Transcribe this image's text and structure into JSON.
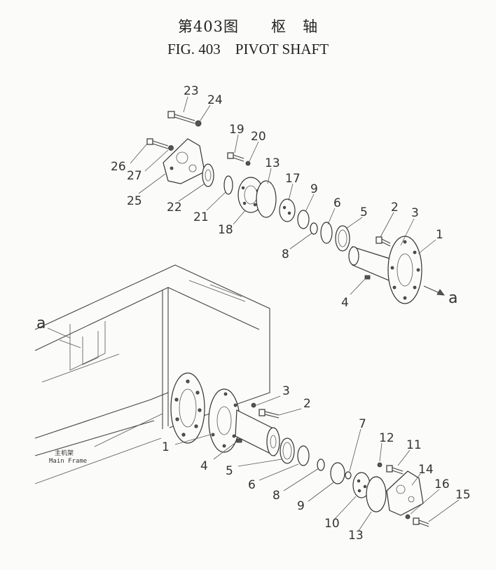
{
  "title": {
    "chinese": "第403图      枢   轴",
    "english": "FIG. 403    PIVOT SHAFT"
  },
  "view_marker": "a",
  "frame_label": {
    "chinese": "主机架",
    "english": "Main Frame"
  },
  "upper_callouts": [
    "23",
    "24",
    "19",
    "20",
    "26",
    "27",
    "25",
    "22",
    "21",
    "13",
    "17",
    "18",
    "9",
    "6",
    "5",
    "2",
    "3",
    "1",
    "8",
    "4"
  ],
  "lower_callouts": [
    "3",
    "2",
    "1",
    "4",
    "5",
    "6",
    "8",
    "7",
    "12",
    "11",
    "9",
    "10",
    "14",
    "16",
    "15",
    "13"
  ]
}
